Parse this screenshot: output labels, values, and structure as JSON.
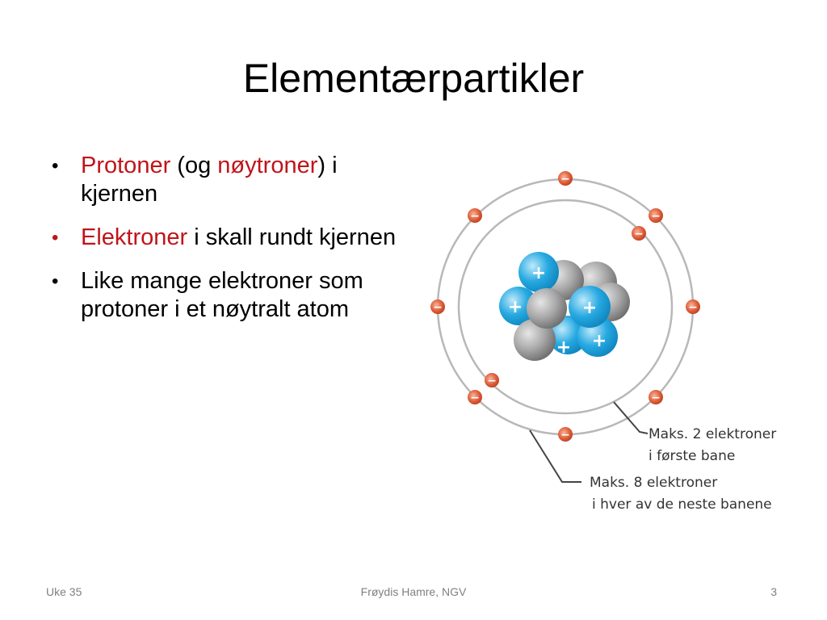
{
  "slide": {
    "title": "Elementærpartikler",
    "bullets": [
      {
        "parts": [
          "Protoner",
          " (og ",
          "nøytroner",
          ")",
          " i kjernen"
        ]
      },
      {
        "parts": [
          "Elektroner",
          " i skall rundt kjernen"
        ]
      },
      {
        "parts": [
          "Like mange elektroner som protoner i et nøytralt atom"
        ]
      }
    ],
    "diagram": {
      "proton_symbol": "+",
      "electron_symbol": "−",
      "label_inner_line1": "Maks. 2 elektroner",
      "label_inner_line2": "i første bane",
      "label_outer_line1": "Maks. 8 elektroner",
      "label_outer_line2": "i hver av de neste banene"
    },
    "footer": {
      "left": "Uke 35",
      "center": "Frøydis Hamre, NGV",
      "right": "3"
    }
  },
  "colors": {
    "highlight": "#C0141A",
    "proton": "#27A9E1",
    "neutron": "#9A9A9A",
    "electron": "#E0603C",
    "orbit": "#B8B8B8"
  },
  "icons": {
    "proton": "proton-icon",
    "neutron": "neutron-icon",
    "electron": "electron-icon"
  }
}
